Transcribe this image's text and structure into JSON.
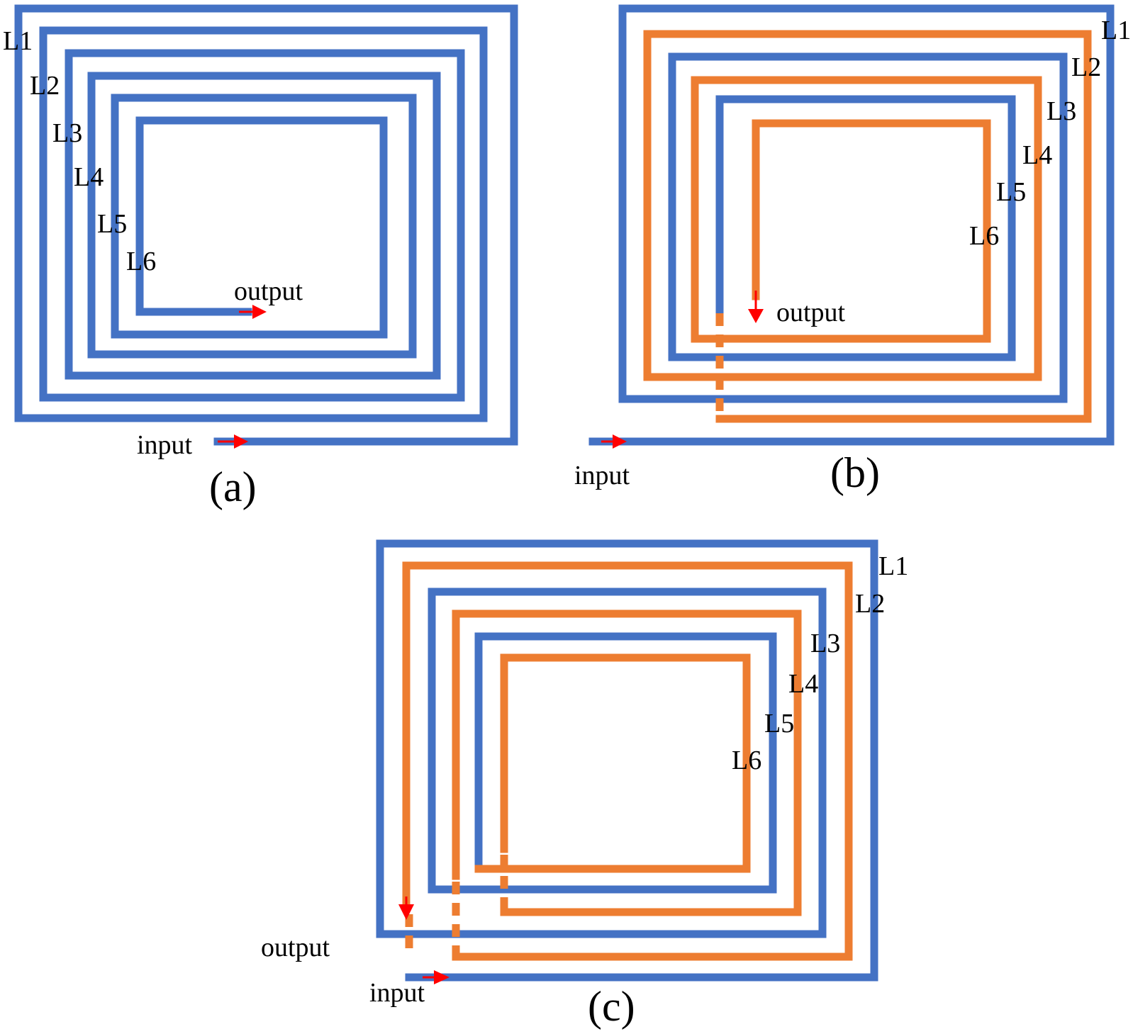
{
  "colors": {
    "blue_trace": "#4472C4",
    "orange_trace": "#ED7D31",
    "arrow": "#FF0000"
  },
  "panel_a": {
    "caption": "(a)",
    "labels": [
      "L1",
      "L2",
      "L3",
      "L4",
      "L5",
      "L6"
    ],
    "input": "input",
    "output": "output"
  },
  "panel_b": {
    "caption": "(b)",
    "labels": [
      "L1",
      "L2",
      "L3",
      "L4",
      "L5",
      "L6"
    ],
    "input": "input",
    "output": "output"
  },
  "panel_c": {
    "caption": "(c)",
    "labels": [
      "L1",
      "L2",
      "L3",
      "L4",
      "L5",
      "L6"
    ],
    "input": "input",
    "output": "output"
  }
}
